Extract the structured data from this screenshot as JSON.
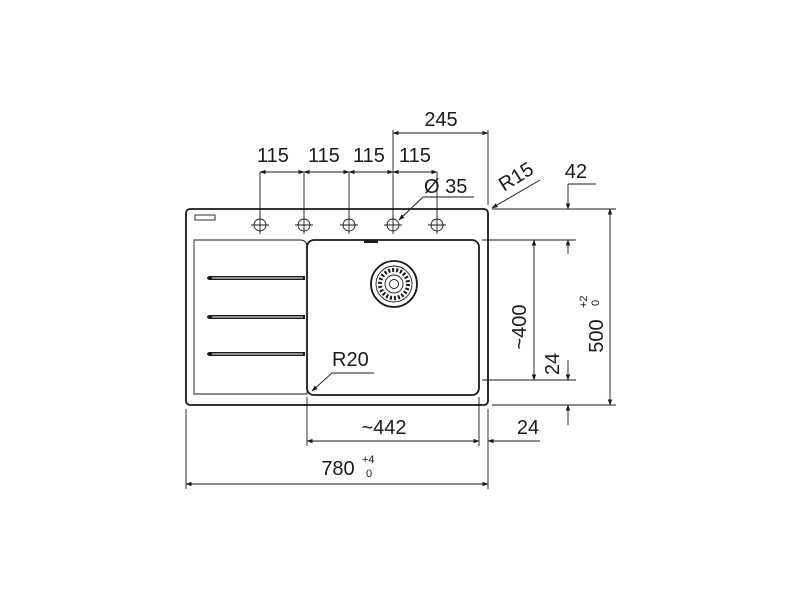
{
  "dimensions": {
    "hole_spacing": [
      "115",
      "115",
      "115",
      "115"
    ],
    "offset_245": "245",
    "hole_diameter": "Ø 35",
    "corner_radius_outer": "R15",
    "offset_42": "42",
    "bowl_depth": "~400",
    "overall_depth": "500",
    "overall_depth_tol_upper": "+2",
    "overall_depth_tol_lower": "0",
    "bottom_margin": "24",
    "bowl_radius": "R20",
    "bowl_width": "~442",
    "right_margin": "24",
    "overall_width": "780",
    "overall_width_tol_upper": "+4",
    "overall_width_tol_lower": "0"
  },
  "colors": {
    "line": "#1a1a1a",
    "background": "#ffffff"
  }
}
